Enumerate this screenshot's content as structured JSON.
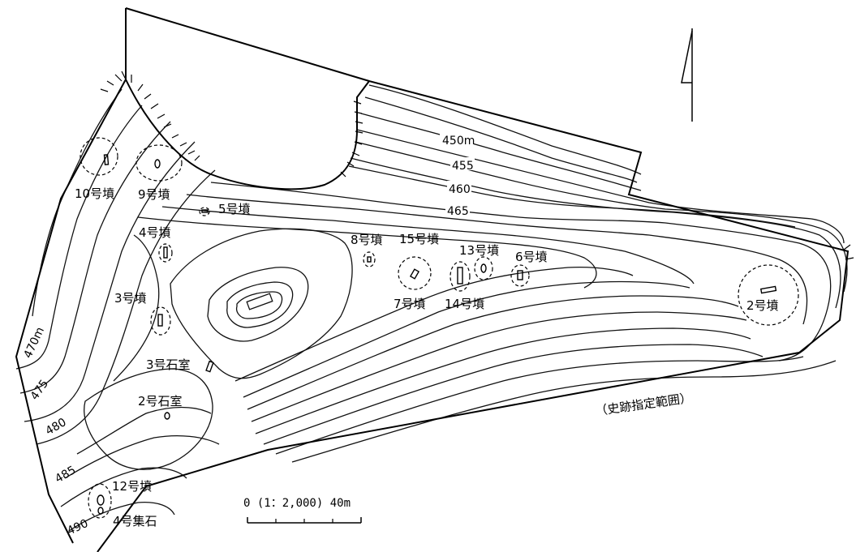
{
  "north_arrow": {
    "icon": "north-arrow-icon"
  },
  "contour_labels": [
    {
      "id": "c450",
      "text": "450m"
    },
    {
      "id": "c455",
      "text": "455"
    },
    {
      "id": "c460",
      "text": "460"
    },
    {
      "id": "c465",
      "text": "465"
    },
    {
      "id": "c470",
      "text": "470m"
    },
    {
      "id": "c475",
      "text": "475"
    },
    {
      "id": "c480",
      "text": "480"
    },
    {
      "id": "c485",
      "text": "485"
    },
    {
      "id": "c490",
      "text": "490"
    }
  ],
  "tombs": [
    {
      "id": "t10",
      "text": "10号墳"
    },
    {
      "id": "t9",
      "text": "9号墳"
    },
    {
      "id": "t5",
      "text": "5号墳"
    },
    {
      "id": "t4",
      "text": "4号墳"
    },
    {
      "id": "t8",
      "text": "8号墳"
    },
    {
      "id": "t15",
      "text": "15号墳"
    },
    {
      "id": "t13",
      "text": "13号墳"
    },
    {
      "id": "t6",
      "text": "6号墳"
    },
    {
      "id": "t3",
      "text": "3号墳"
    },
    {
      "id": "t7",
      "text": "7号墳"
    },
    {
      "id": "t14",
      "text": "14号墳"
    },
    {
      "id": "t2",
      "text": "2号墳"
    },
    {
      "id": "t12",
      "text": "12号墳"
    }
  ],
  "stone_features": [
    {
      "id": "s3",
      "text": "3号石室"
    },
    {
      "id": "s2",
      "text": "2号石室"
    },
    {
      "id": "g4",
      "text": "4号集石"
    }
  ],
  "designation_label": "（史跡指定範囲）",
  "scale_bar": {
    "label": "0 (1：2,000) 40m"
  }
}
